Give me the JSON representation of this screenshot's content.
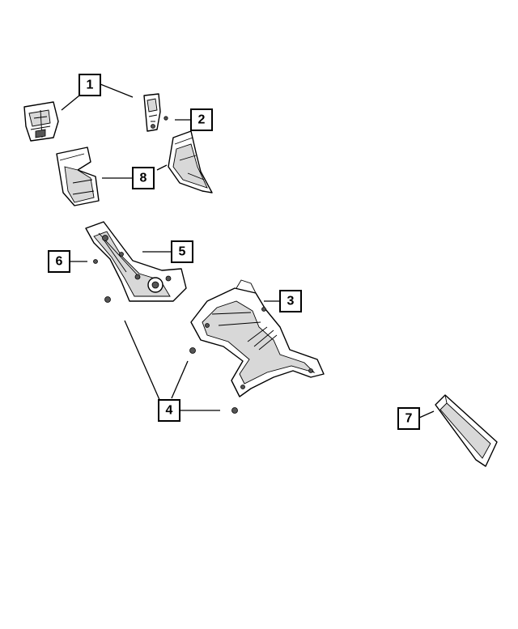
{
  "callouts": [
    {
      "id": "1",
      "label": "1"
    },
    {
      "id": "2",
      "label": "2"
    },
    {
      "id": "3",
      "label": "3"
    },
    {
      "id": "4",
      "label": "4"
    },
    {
      "id": "5",
      "label": "5"
    },
    {
      "id": "6",
      "label": "6"
    },
    {
      "id": "7",
      "label": "7"
    },
    {
      "id": "8",
      "label": "8"
    }
  ],
  "colors": {
    "line": "#000000",
    "background": "#ffffff",
    "shade": "#d8d8d8"
  }
}
